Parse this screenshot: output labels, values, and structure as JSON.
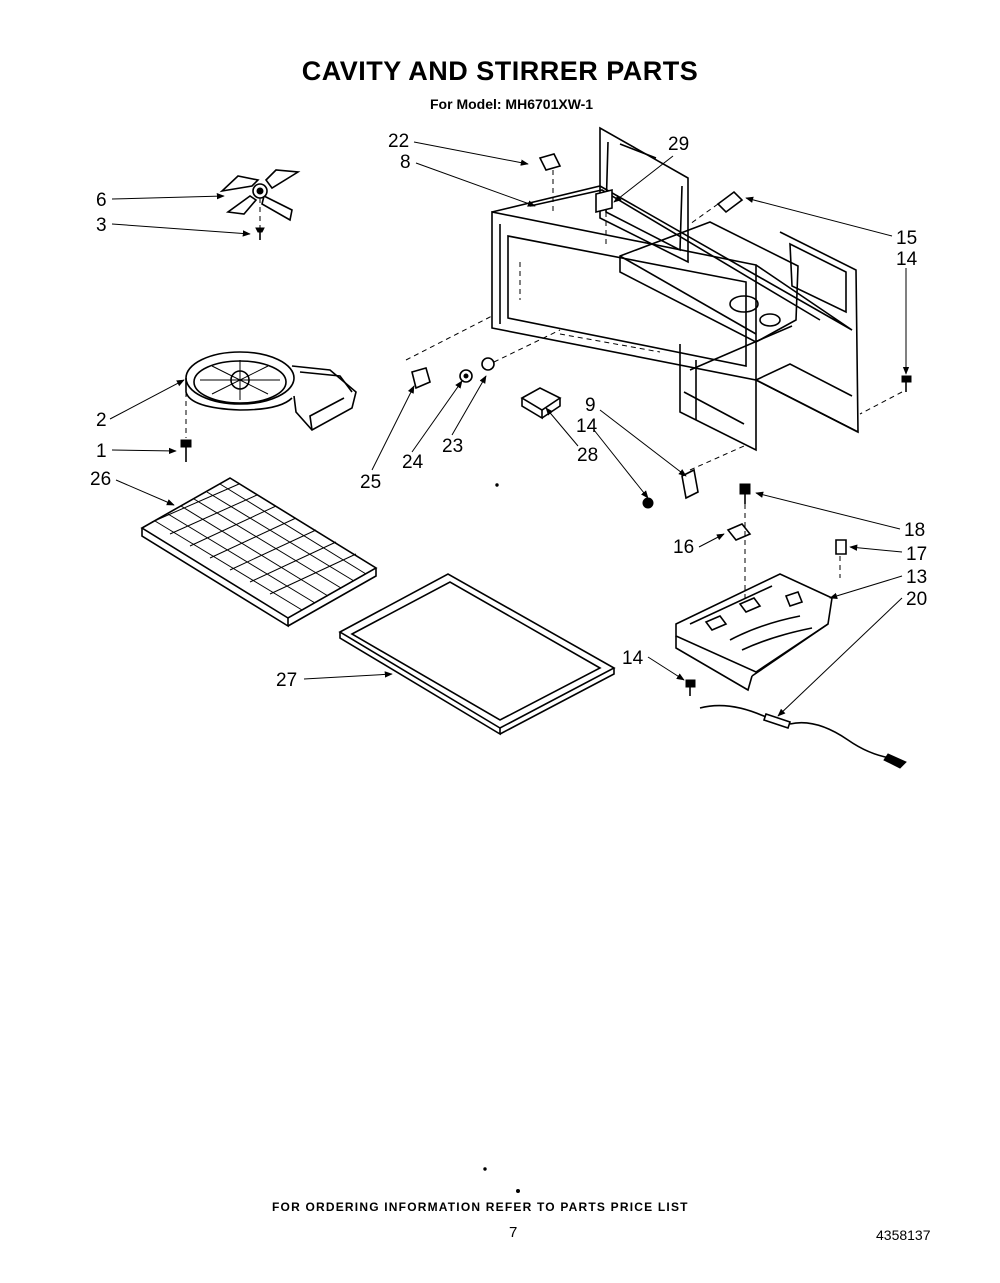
{
  "title": "CAVITY AND STIRRER PARTS",
  "subtitle": "For Model: MH6701XW-1",
  "footer_note": "FOR ORDERING INFORMATION REFER TO PARTS PRICE LIST",
  "page_number": "7",
  "document_number": "4358137",
  "callouts": {
    "c22": "22",
    "c8": "8",
    "c29": "29",
    "c6": "6",
    "c3": "3",
    "c15": "15",
    "c14a": "14",
    "c2": "2",
    "c1": "1",
    "c26": "26",
    "c25": "25",
    "c24": "24",
    "c23": "23",
    "c28": "28",
    "c9": "9",
    "c14b": "14",
    "c18": "18",
    "c16": "16",
    "c17": "17",
    "c13": "13",
    "c20": "20",
    "c14c": "14",
    "c27": "27"
  }
}
